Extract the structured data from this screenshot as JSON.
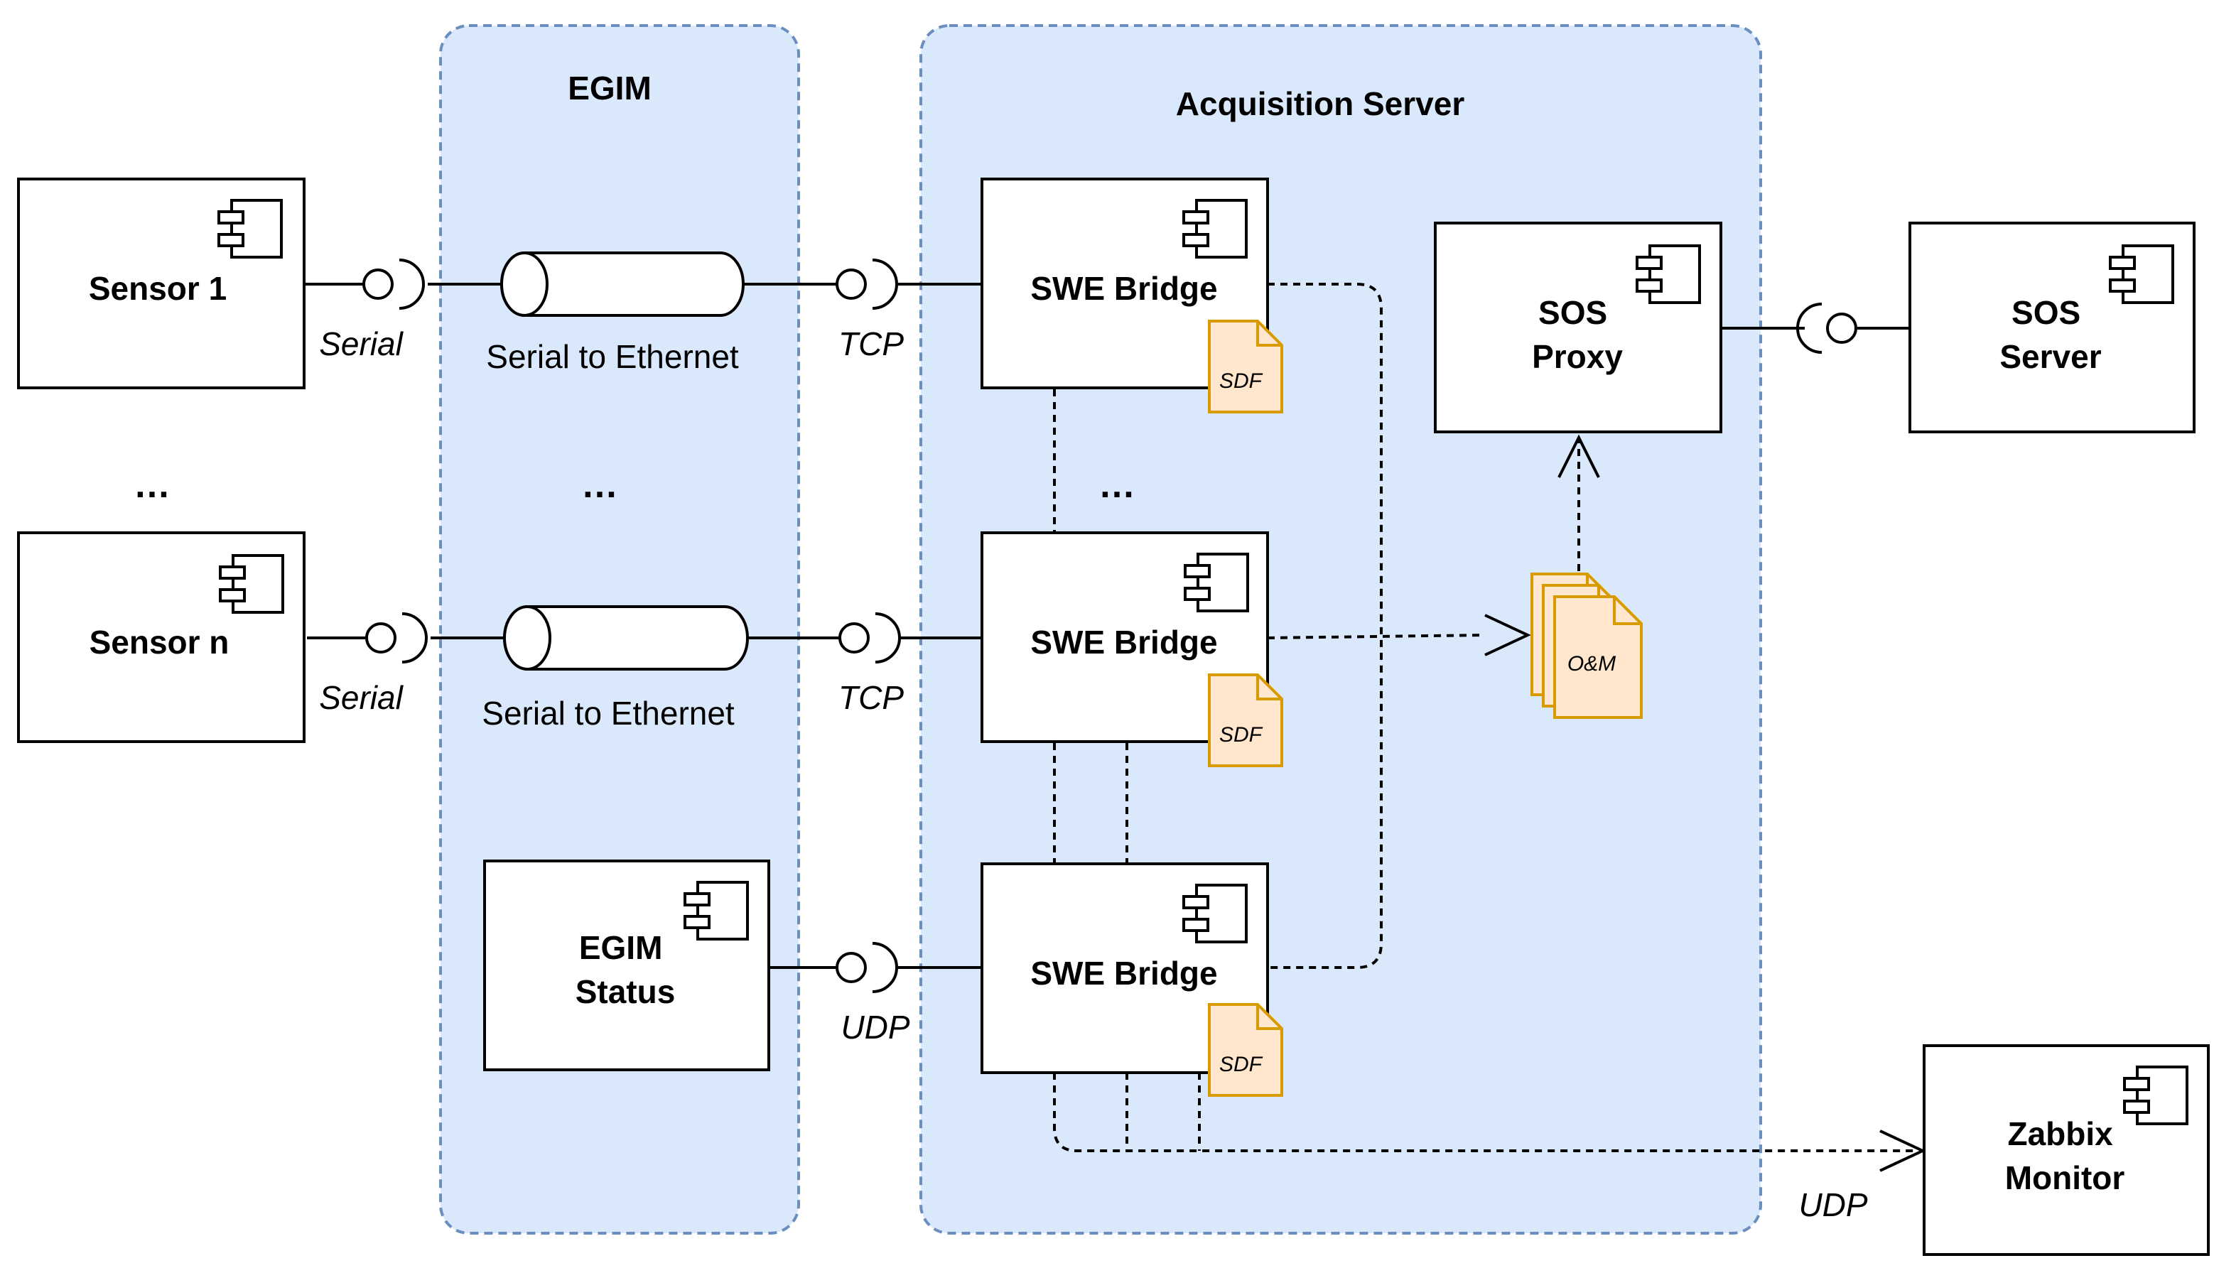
{
  "containers": {
    "egim": {
      "title": "EGIM"
    },
    "acquisition": {
      "title": "Acquisition Server"
    }
  },
  "components": {
    "sensor1": "Sensor 1",
    "sensorn": "Sensor n",
    "egim_status": [
      "EGIM",
      "Status"
    ],
    "swe_bridge_1": "SWE Bridge",
    "swe_bridge_2": "SWE Bridge",
    "swe_bridge_3": "SWE Bridge",
    "sos_proxy": [
      "SOS",
      "Proxy"
    ],
    "sos_server": [
      "SOS",
      "Server"
    ],
    "zabbix_monitor": [
      "Zabbix",
      "Monitor"
    ]
  },
  "converters": {
    "serial_eth_1": "Serial to Ethernet",
    "serial_eth_2": "Serial to Ethernet"
  },
  "interfaces": {
    "serial_1": "Serial",
    "serial_2": "Serial",
    "tcp_1": "TCP",
    "tcp_2": "TCP",
    "udp_egim": "UDP",
    "udp_zabbix": "UDP"
  },
  "documents": {
    "sdf_1": "SDF",
    "sdf_2": "SDF",
    "sdf_3": "SDF",
    "om": "O&M"
  },
  "ellipses": {
    "sensors": "…",
    "converters": "…",
    "bridges": "…"
  },
  "colors": {
    "container_fill": "#dae8fc",
    "container_stroke": "#6c8ebf",
    "doc_fill": "#ffe6cc",
    "doc_stroke": "#d79b00",
    "line": "#000000"
  }
}
